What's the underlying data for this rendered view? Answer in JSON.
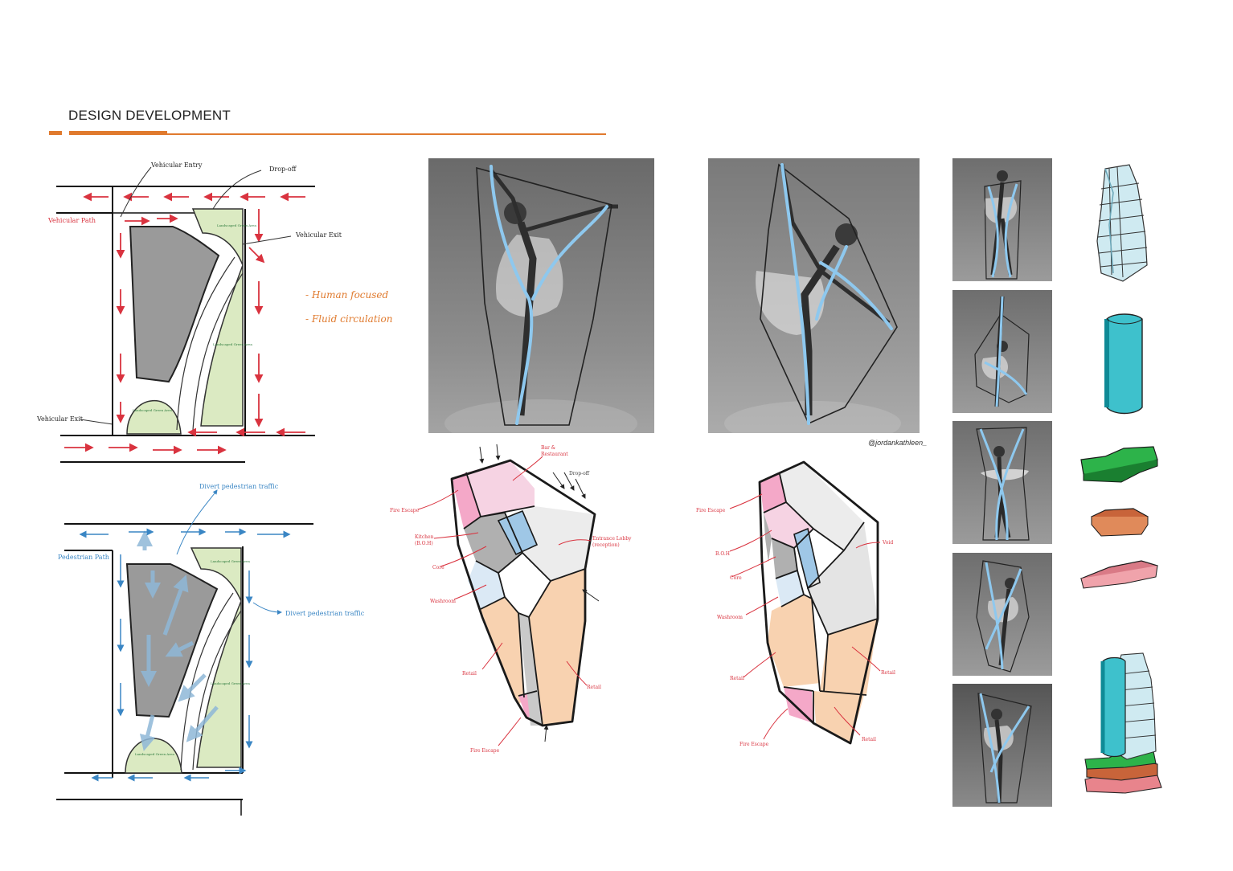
{
  "header": {
    "title": "DESIGN DEVELOPMENT"
  },
  "accent_color": "#e07a2e",
  "site_vehicular": {
    "labels": {
      "vehicular_entry": "Vehicular Entry",
      "drop_off": "Drop-off",
      "vehicular_exit_right": "Vehicular Exit",
      "vehicular_path": "Vehicular Path",
      "vehicular_exit_left": "Vehicular Exit",
      "green_1": "Landscaped Green Area",
      "green_2": "Landscaped Green Area",
      "green_3": "Landscaped Green Area"
    },
    "arrow_color": "#d9333f"
  },
  "concept_notes": {
    "note_1": "- Human focused",
    "note_2": "- Fluid circulation"
  },
  "site_pedestrian": {
    "labels": {
      "divert_top": "Divert pedestrian traffic",
      "pedestrian_path": "Pedestrian Path",
      "divert_right": "Divert pedestrian traffic",
      "green_1": "Landscaped Green Area",
      "green_2": "Landscaped Green Area",
      "green_3": "Landscaped Green Area"
    },
    "arrow_color": "#3a86c4"
  },
  "plan_1": {
    "labels": {
      "bar": "Bar &",
      "bar_2": "Restaurant",
      "drop_off": "Drop-off",
      "fire_escape_top": "Fire Escape",
      "kitchen": "Kitchen",
      "kitchen_2": "(B.O.H)",
      "entrance": "Entrance Lobby",
      "entrance_2": "(reception)",
      "core": "Core",
      "washroom": "Washroom",
      "retail_left": "Retail",
      "retail_right": "Retail",
      "fire_escape_bottom": "Fire Escape"
    }
  },
  "plan_2": {
    "labels": {
      "fire_escape_top": "Fire Escape",
      "void": "Void",
      "boh": "B.O.H",
      "core": "Core",
      "washroom": "Washroom",
      "retail_left": "Retail",
      "retail_right": "Retail",
      "retail_bottom": "Retail",
      "fire_escape_bottom": "Fire Escape"
    }
  },
  "photo_credit": "@jordankathleen_",
  "label_color": "#d9333f"
}
